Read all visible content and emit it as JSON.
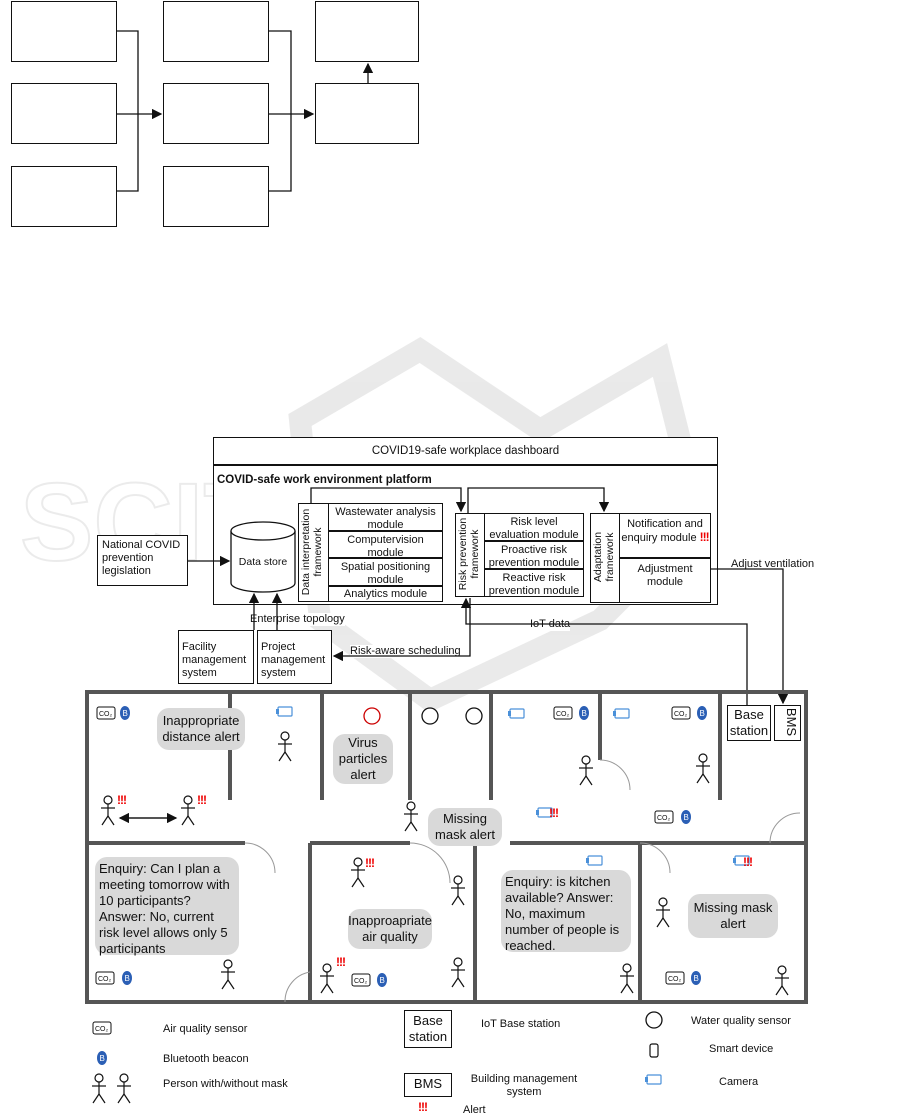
{
  "dashboard": {
    "title": "COVID19-safe workplace dashboard"
  },
  "platform": {
    "title": "COVID-safe work environment platform"
  },
  "external": {
    "legislation": "National COVID prevention legislation",
    "data_store": "Data store",
    "facility": "Facility management system",
    "project": "Project management system"
  },
  "frameworks": {
    "data_interpretation": {
      "label": "Data interpretation framework",
      "modules": [
        "Wastewater analysis module",
        "Computervision module",
        "Spatial positioning module",
        "Analytics module"
      ]
    },
    "risk_prevention": {
      "label": "Risk prevention framework",
      "modules": [
        "Risk level evaluation module",
        "Proactive risk prevention module",
        "Reactive risk prevention module"
      ]
    },
    "adaptation": {
      "label": "Adaptation framework",
      "modules": [
        "Notification and enquiry module",
        "Adjustment module"
      ]
    }
  },
  "flows": {
    "enterprise_topology": "Enterprise topology",
    "iot_data": "IoT data",
    "risk_scheduling": "Risk-aware scheduling",
    "adjust_ventilation": "Adjust ventilation"
  },
  "floorplan": {
    "base_station": "Base station",
    "bms": "BMS",
    "co2": "CO₂",
    "alerts": {
      "distance": "Inappropriate distance alert",
      "virus": "Virus particles alert",
      "missing_mask_1": "Missing mask alert",
      "air_quality": "Inapproapriate air quality",
      "missing_mask_2": "Missing mask alert"
    },
    "enquiry_1": "Enquiry: Can I plan a meeting tomorrow with 10 participants? Answer: No, current risk level allows only 5 participants",
    "enquiry_2": "Enquiry: is kitchen available? Answer: No, maximum number of people is reached."
  },
  "legend": {
    "air_quality_sensor": "Air quality sensor",
    "bluetooth_beacon": "Bluetooth beacon",
    "person": "Person with/without mask",
    "base_station_label": "Base station",
    "iot_base_station": "IoT Base station",
    "bms_label": "BMS",
    "bms": "Building management system",
    "alert_symbol": "!!!",
    "alert": "Alert",
    "water_quality_sensor": "Water quality sensor",
    "smart_device": "Smart device",
    "camera": "Camera"
  }
}
